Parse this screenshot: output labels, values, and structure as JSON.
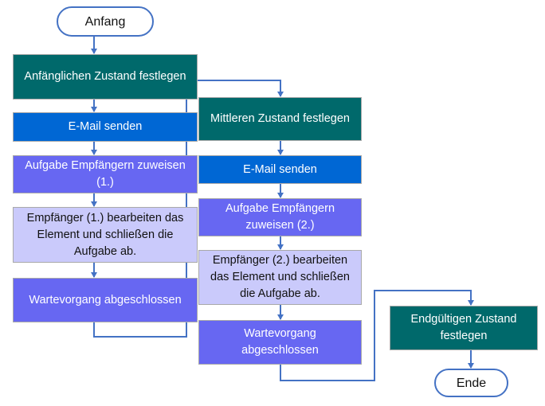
{
  "colors": {
    "connector": "#4472c4",
    "state": "#00696b",
    "email": "#0067d4",
    "task": "#6767f2",
    "action": "#cacafb"
  },
  "start": "Anfang",
  "end": "Ende",
  "column1": [
    "Anfänglichen Zustand festlegen",
    "E-Mail senden",
    "Aufgabe Empfängern zuweisen (1.)",
    "Empfänger (1.) bearbeiten das Element und schließen die Aufgabe ab.",
    "Wartevorgang abgeschlossen"
  ],
  "column2": [
    "Mittleren Zustand festlegen",
    "E-Mail senden",
    "Aufgabe Empfängern zuweisen (2.)",
    "Empfänger (2.) bearbeiten das Element und schließen die Aufgabe ab.",
    "Wartevorgang abgeschlossen"
  ],
  "final_state": "Endgültigen Zustand festlegen"
}
